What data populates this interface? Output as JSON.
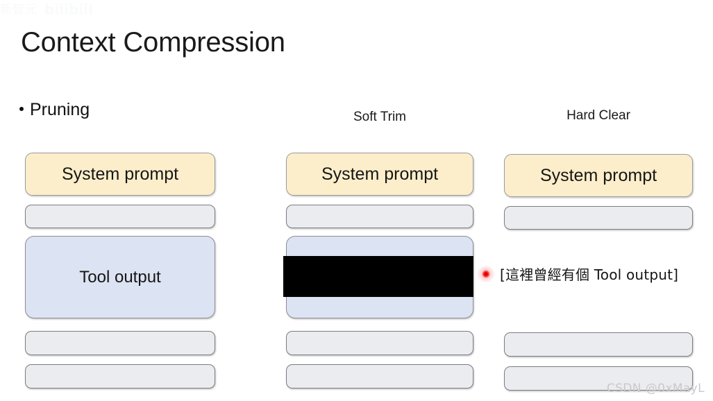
{
  "watermarks": {
    "top_cn": "新智元",
    "top_logo": "bilibili",
    "bottom": "CSDN @0xMayL"
  },
  "slide": {
    "title": "Context Compression",
    "bullet": {
      "marker": "bullet-dot",
      "text": "Pruning"
    }
  },
  "columns": [
    {
      "id": "pruning",
      "header": "",
      "blocks": [
        {
          "type": "system-prompt",
          "label": "System prompt"
        },
        {
          "type": "placeholder",
          "label": ""
        },
        {
          "type": "tool-output",
          "label": "Tool output"
        },
        {
          "type": "placeholder",
          "label": ""
        },
        {
          "type": "placeholder",
          "label": ""
        }
      ]
    },
    {
      "id": "soft-trim",
      "header": "Soft Trim",
      "blocks": [
        {
          "type": "system-prompt",
          "label": "System prompt"
        },
        {
          "type": "placeholder",
          "label": ""
        },
        {
          "type": "tool-output-redacted",
          "label": ""
        },
        {
          "type": "placeholder",
          "label": ""
        },
        {
          "type": "placeholder",
          "label": ""
        }
      ]
    },
    {
      "id": "hard-clear",
      "header": "Hard Clear",
      "blocks": [
        {
          "type": "system-prompt",
          "label": "System prompt"
        },
        {
          "type": "placeholder",
          "label": ""
        },
        {
          "type": "removed",
          "label": ""
        },
        {
          "type": "placeholder",
          "label": ""
        },
        {
          "type": "placeholder",
          "label": ""
        }
      ]
    }
  ],
  "annotation": {
    "marker": "red-dot",
    "text": "[這裡曾經有個 Tool output]"
  },
  "colors": {
    "system_prompt_fill": "#fceeca",
    "placeholder_fill": "#ebecef",
    "tool_output_fill": "#dce3f2",
    "redaction_fill": "#000000",
    "marker_red": "#e60000",
    "box_border": "#7c7c82",
    "background": "#ffffff"
  }
}
